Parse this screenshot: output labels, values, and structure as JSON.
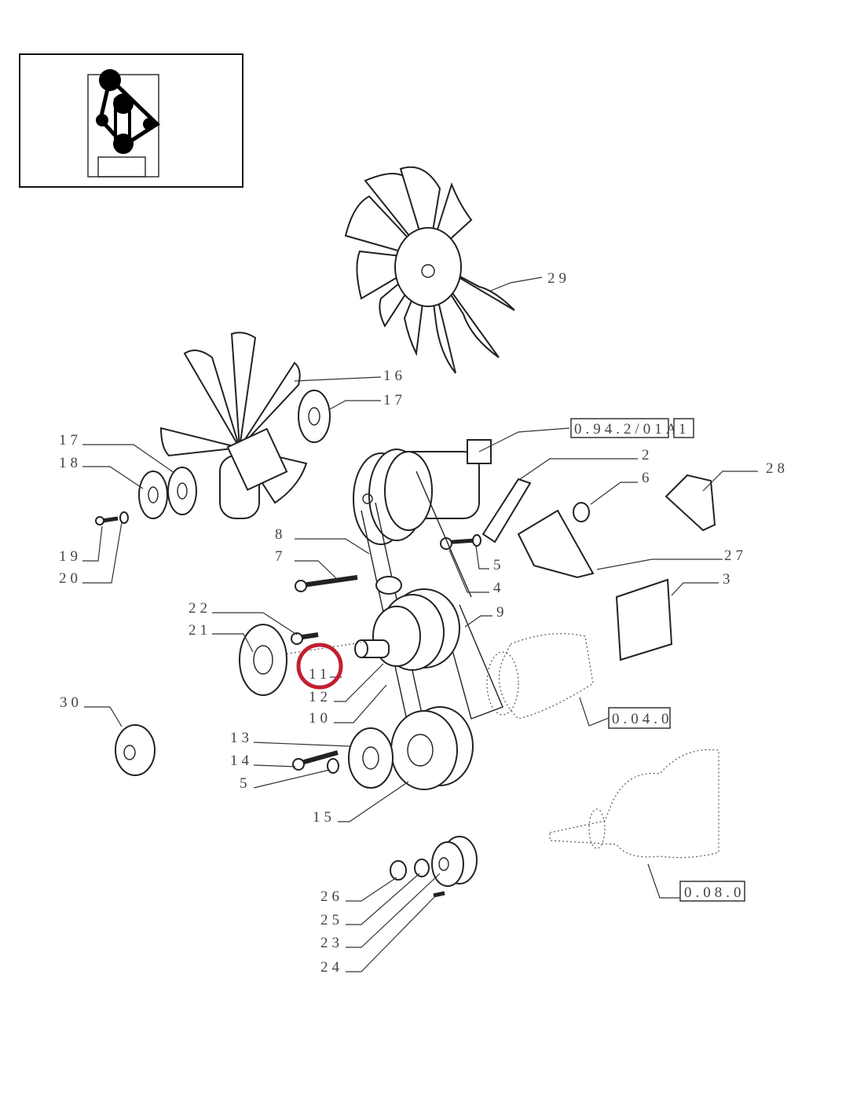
{
  "diagram": {
    "callouts": [
      "29",
      "16",
      "17",
      "17",
      "18",
      "19",
      "20",
      "22",
      "21",
      "11",
      "12",
      "10",
      "13",
      "14",
      "5",
      "15",
      "30",
      "8",
      "7",
      "9",
      "4",
      "5",
      "27",
      "3",
      "28",
      "6",
      "2",
      "26",
      "25",
      "23",
      "24"
    ],
    "references": [
      "0.94.2/01A",
      "1",
      "0.04.0",
      "0.08.0"
    ],
    "highlight": {
      "label": "11",
      "color": "#c0202e"
    }
  }
}
